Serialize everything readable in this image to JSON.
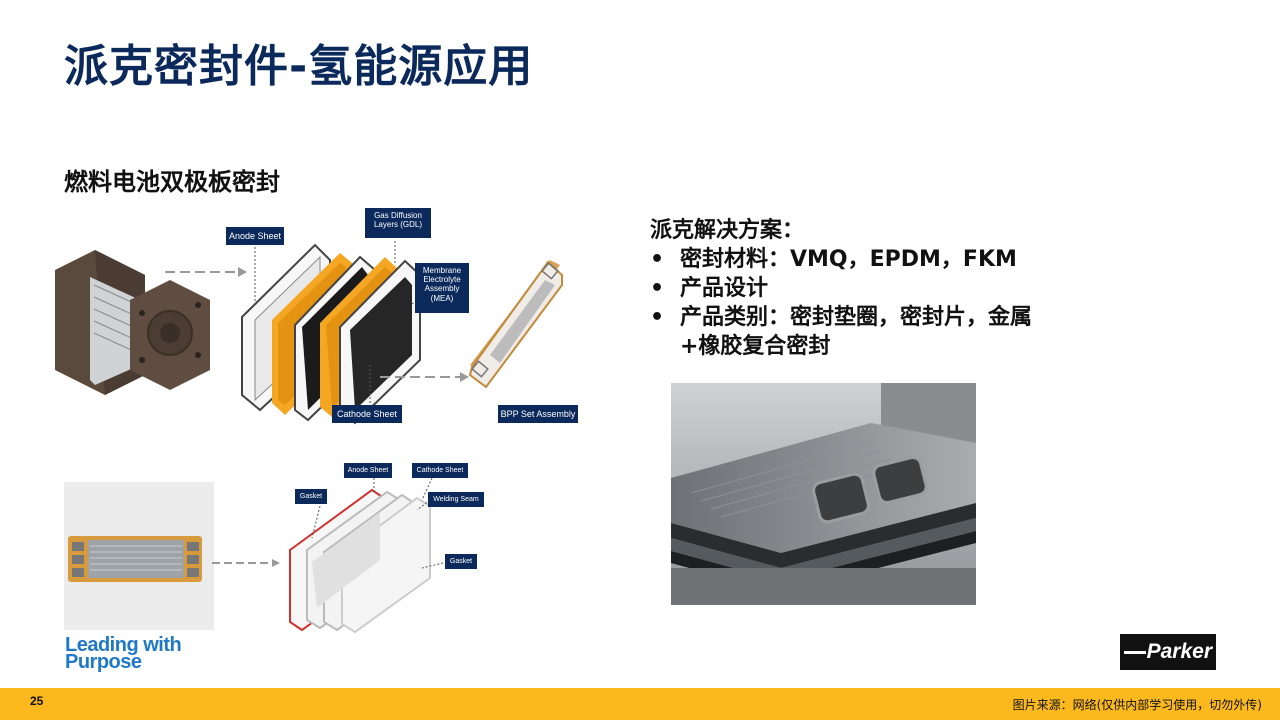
{
  "slide": {
    "title": "派克密封件-氢能源应用",
    "subtitle": "燃料电池双极板密封",
    "page_number": "25",
    "source_note": "图片来源：网络(仅供内部学习使用，切勿外传)"
  },
  "solution": {
    "heading": "派克解决方案：",
    "bullets": [
      "密封材料：VMQ，EPDM，FKM",
      "产品设计",
      "产品类别：密封垫圈，密封片，金属+橡胶复合密封"
    ]
  },
  "diagram_top": {
    "labels": {
      "anode_sheet": "Anode Sheet",
      "gdl": "Gas Diffusion Layers (GDL)",
      "mea": "Membrane Electrolyte Assembly (MEA)",
      "cathode_sheet": "Cathode Sheet",
      "bpp_set": "BPP Set Assembly"
    }
  },
  "diagram_bottom": {
    "labels": {
      "anode_sheet": "Anode Sheet",
      "cathode_sheet": "Cathode Sheet",
      "gasket_left": "Gasket",
      "welding_seam": "Welding Seam",
      "gasket_right": "Gasket"
    }
  },
  "branding": {
    "tagline_line1": "Leading with",
    "tagline_line2": "Purpose",
    "logo_text": "Parker"
  },
  "colors": {
    "title_navy": "#0b2a5b",
    "footer_yellow": "#fbb91d",
    "label_navy": "#0b2a5b",
    "tagline_blue": "#1f78c8",
    "gasket_orange": "#e8a43a",
    "gasket_red": "#d0312d"
  }
}
